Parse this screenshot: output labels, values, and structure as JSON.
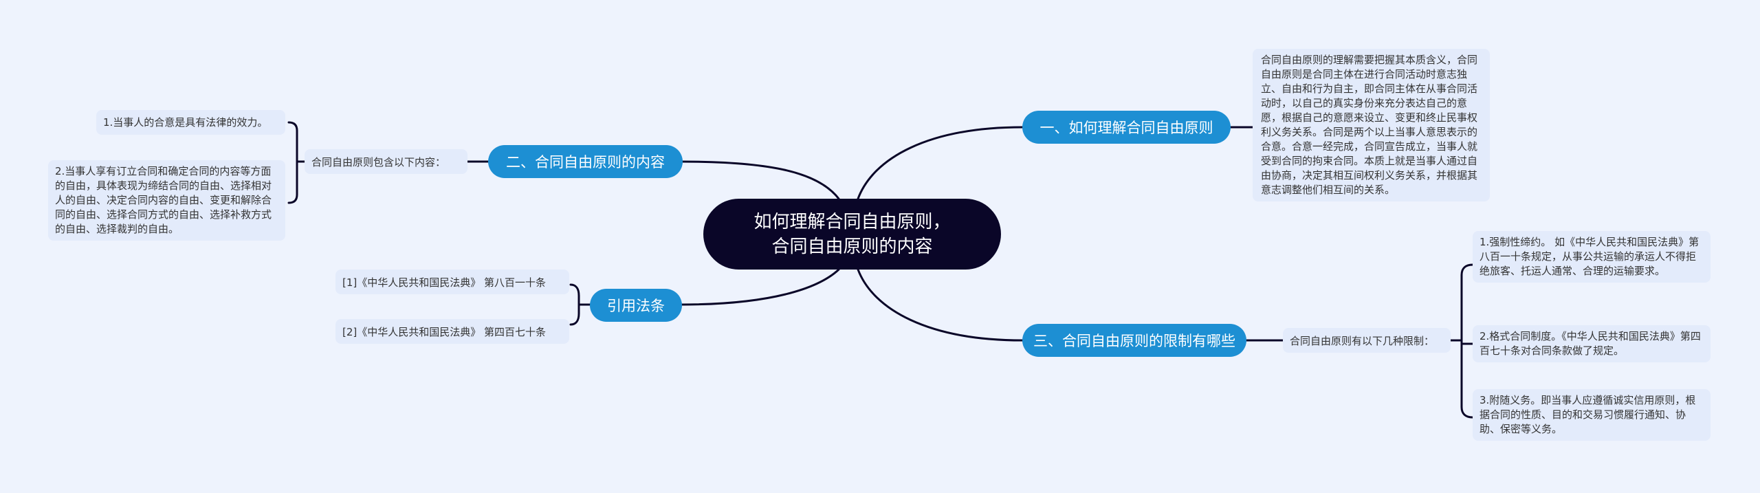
{
  "root": {
    "line1": "如何理解合同自由原则，",
    "line2": "合同自由原则的内容"
  },
  "branches": {
    "b1": {
      "label": "一、如何理解合同自由原则",
      "detail": "合同自由原则的理解需要把握其本质含义，合同自由原则是合同主体在进行合同活动时意志独立、自由和行为自主，即合同主体在从事合同活动时，以自己的真实身份来充分表达自己的意愿，根据自己的意愿来设立、变更和终止民事权利义务关系。合同是两个以上当事人意思表示的合意。合意一经完成，合同宣告成立，当事人就受到合同的拘束合同。本质上就是当事人通过自由协商，决定其相互间权利义务关系，并根据其意志调整他们相互间的关系。"
    },
    "b2": {
      "label": "二、合同自由原则的内容",
      "intro": "合同自由原则包含以下内容：",
      "items": [
        "1.当事人的合意是具有法律的效力。",
        "2.当事人享有订立合同和确定合同的内容等方面的自由，具体表现为缔结合同的自由、选择相对人的自由、决定合同内容的自由、变更和解除合同的自由、选择合同方式的自由、选择补救方式的自由、选择裁判的自由。"
      ]
    },
    "b3": {
      "label": "三、合同自由原则的限制有哪些",
      "intro": "合同自由原则有以下几种限制：",
      "items": [
        "1.强制性缔约。 如《中华人民共和国民法典》第八百一十条规定，从事公共运输的承运人不得拒绝旅客、托运人通常、合理的运输要求。",
        "2.格式合同制度。《中华人民共和国民法典》第四百七十条对合同条款做了规定。",
        "3.附随义务。即当事人应遵循诚实信用原则，根据合同的性质、目的和交易习惯履行通知、协助、保密等义务。"
      ]
    },
    "b4": {
      "label": "引用法条",
      "items": [
        "[1]《中华人民共和国民法典》 第八百一十条",
        "[2]《中华人民共和国民法典》 第四百七十条"
      ]
    }
  },
  "colors": {
    "background": "#eef3fd",
    "root": "#0a0628",
    "branch": "#1d8fd3",
    "leaf": "#e3ebfb",
    "line": "#0a0628"
  }
}
